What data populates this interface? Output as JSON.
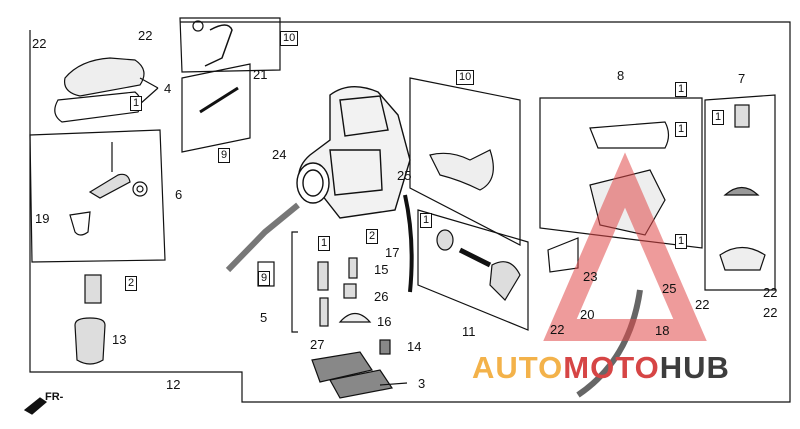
{
  "diagram": {
    "callouts": [
      {
        "id": "c22a",
        "text": "22"
      },
      {
        "id": "c22b",
        "text": "22"
      },
      {
        "id": "c4",
        "text": "4"
      },
      {
        "id": "c1a",
        "text": "1"
      },
      {
        "id": "c6",
        "text": "6"
      },
      {
        "id": "c19",
        "text": "19"
      },
      {
        "id": "c2a",
        "text": "2"
      },
      {
        "id": "c13",
        "text": "13"
      },
      {
        "id": "c12",
        "text": "12"
      },
      {
        "id": "c10a",
        "text": "10"
      },
      {
        "id": "c21",
        "text": "21"
      },
      {
        "id": "c9a",
        "text": "9"
      },
      {
        "id": "c24",
        "text": "24"
      },
      {
        "id": "c9b",
        "text": "9"
      },
      {
        "id": "c5",
        "text": "5"
      },
      {
        "id": "c1b",
        "text": "1"
      },
      {
        "id": "c2b",
        "text": "2"
      },
      {
        "id": "c15",
        "text": "15"
      },
      {
        "id": "c26",
        "text": "26"
      },
      {
        "id": "c16",
        "text": "16"
      },
      {
        "id": "c27",
        "text": "27"
      },
      {
        "id": "c14",
        "text": "14"
      },
      {
        "id": "c3",
        "text": "3"
      },
      {
        "id": "c25a",
        "text": "25"
      },
      {
        "id": "c17",
        "text": "17"
      },
      {
        "id": "c10b",
        "text": "10"
      },
      {
        "id": "c1c",
        "text": "1"
      },
      {
        "id": "c11",
        "text": "11"
      },
      {
        "id": "c8",
        "text": "8"
      },
      {
        "id": "c1d",
        "text": "1"
      },
      {
        "id": "c1e",
        "text": "1"
      },
      {
        "id": "c1f",
        "text": "1"
      },
      {
        "id": "c23",
        "text": "23"
      },
      {
        "id": "c25b",
        "text": "25"
      },
      {
        "id": "c20",
        "text": "20"
      },
      {
        "id": "c22c",
        "text": "22"
      },
      {
        "id": "c18",
        "text": "18"
      },
      {
        "id": "c7",
        "text": "7"
      },
      {
        "id": "c1g",
        "text": "1"
      },
      {
        "id": "c22d",
        "text": "22"
      },
      {
        "id": "c22e",
        "text": "22"
      },
      {
        "id": "c22f",
        "text": "22"
      }
    ],
    "direction_label": "FR-",
    "watermark": {
      "part1": "AUTO",
      "part2": "MOTO",
      "part3": "HUB"
    },
    "colors": {
      "line": "#111111",
      "watermark_orange": "#f3b24a",
      "watermark_red": "#d64545",
      "watermark_dark": "#3d3d3d"
    }
  }
}
